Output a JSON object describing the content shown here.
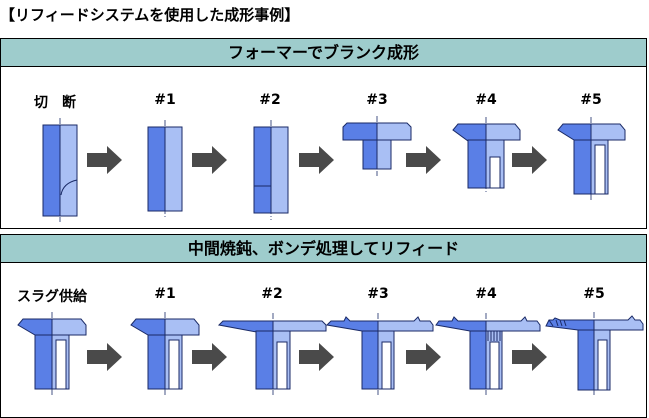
{
  "page_title": "【リフィードシステムを使用した成形事例】",
  "sections": [
    {
      "title": "フォーマーでブランク成形",
      "steps": [
        "切断",
        "#1",
        "#2",
        "#3",
        "#4",
        "#5"
      ]
    },
    {
      "title": "中間焼鈍、ボンデ処理してリフィード",
      "steps": [
        "スラグ供給",
        "#1",
        "#2",
        "#3",
        "#4",
        "#5"
      ]
    }
  ],
  "colors": {
    "body_dark": "#5a7fe6",
    "body_light": "#a9bff4",
    "band": "#9ecccc",
    "arrow": "#4a4a4a",
    "outline": "#1a2a66"
  },
  "icons": [
    "arrow-right-icon"
  ]
}
